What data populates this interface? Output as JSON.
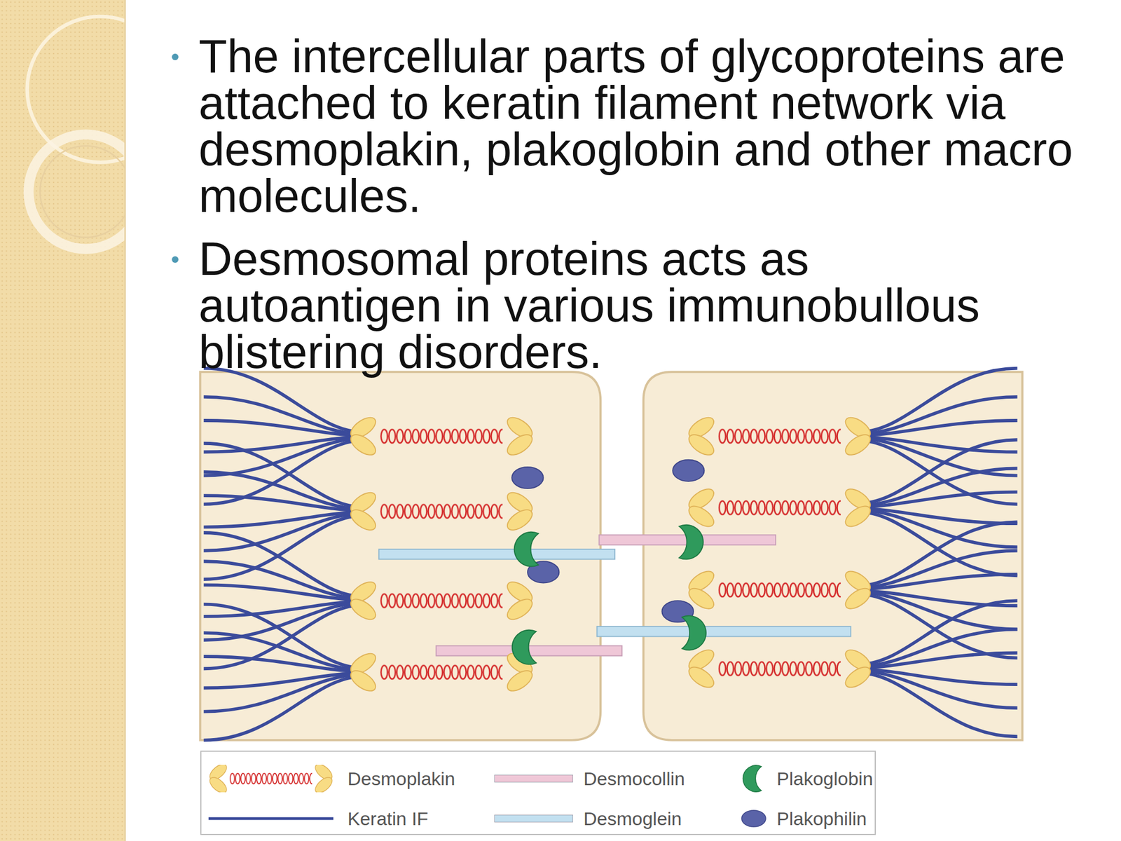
{
  "diagram": {
    "labels": [
      "The intercellular parts of glycoproteins are attached to keratin filament network via desmoplakin, plakoglobin and other macro molecules.",
      "Desmosomal proteins acts as autoantigen in various immunobullous blistering disorders."
    ],
    "legend": [
      {
        "text": "Desmoplakin"
      },
      {
        "text": "Desmocollin",
        "color": "#efc7d7"
      },
      {
        "text": "Plakoglobin"
      },
      {
        "text": "Keratin IF"
      },
      {
        "text": "Desmoglein",
        "color": "#c2e0f0"
      },
      {
        "text": "Plakophilin"
      }
    ]
  }
}
